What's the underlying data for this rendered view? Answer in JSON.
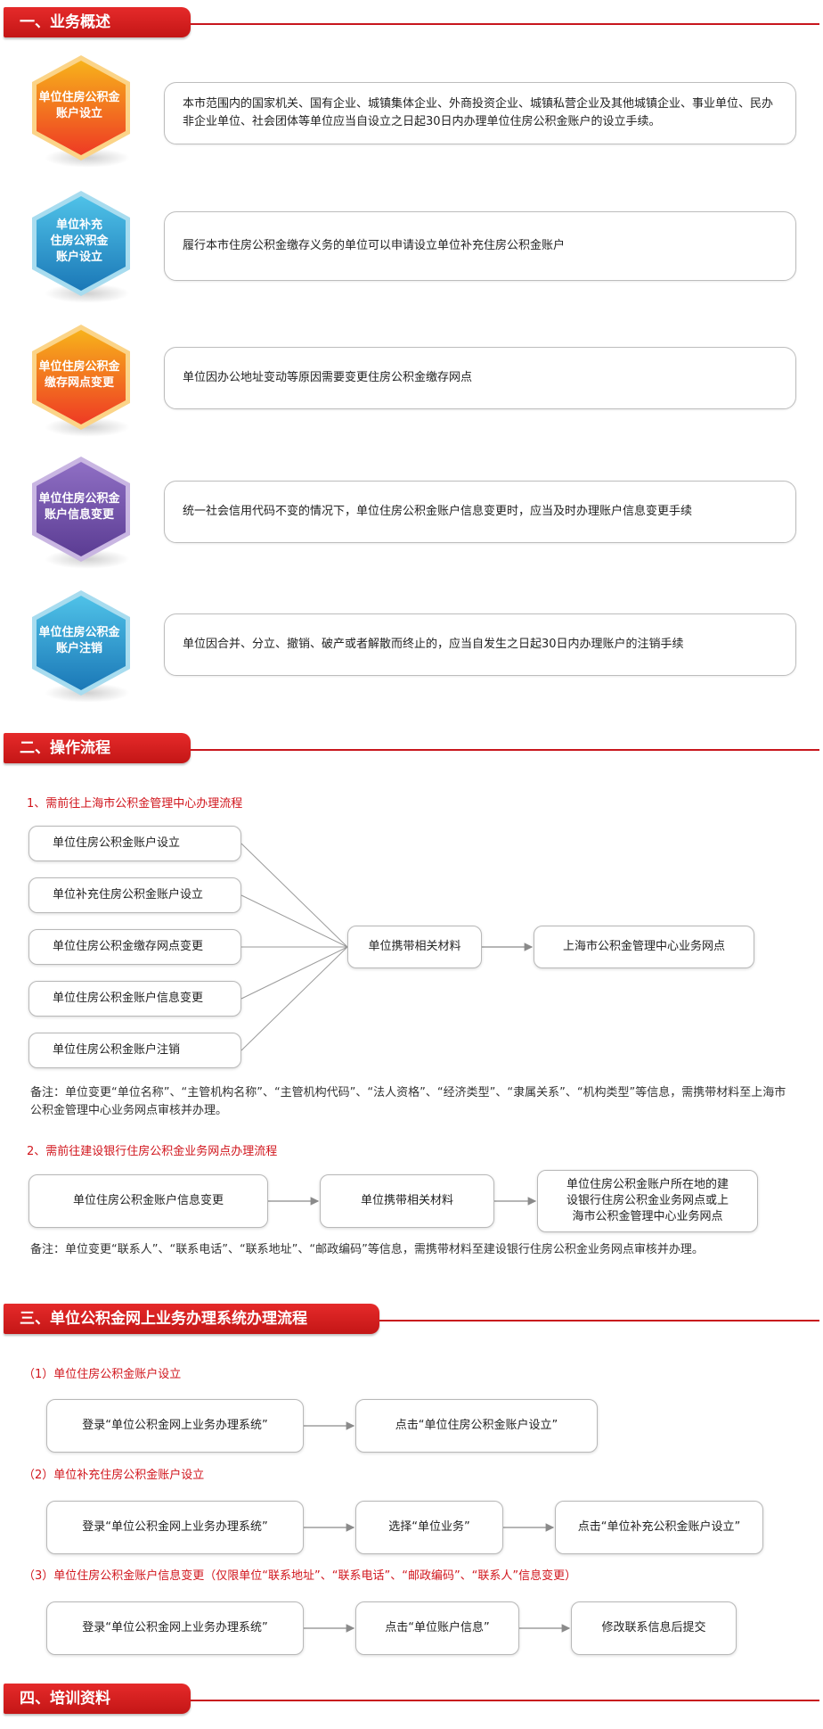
{
  "sections": {
    "s1": "一、业务概述",
    "s2": "二、操作流程",
    "s3": "三、单位公积金网上业务办理系统办理流程",
    "s4": "四、培训资料"
  },
  "overview": [
    {
      "hex_line1": "单位住房公积金",
      "hex_line2": "账户设立",
      "hex_line3": "",
      "desc": "本市范围内的国家机关、国有企业、城镇集体企业、外商投资企业、城镇私营企业及其他城镇企业、事业单位、民办非企业单位、社会团体等单位应当自设立之日起30日内办理单位住房公积金账户的设立手续。"
    },
    {
      "hex_line1": "单位补充",
      "hex_line2": "住房公积金",
      "hex_line3": "账户设立",
      "desc": "履行本市住房公积金缴存义务的单位可以申请设立单位补充住房公积金账户"
    },
    {
      "hex_line1": "单位住房公积金",
      "hex_line2": "缴存网点变更",
      "hex_line3": "",
      "desc": "单位因办公地址变动等原因需要变更住房公积金缴存网点"
    },
    {
      "hex_line1": "单位住房公积金",
      "hex_line2": "账户信息变更",
      "hex_line3": "",
      "desc": "统一社会信用代码不变的情况下，单位住房公积金账户信息变更时，应当及时办理账户信息变更手续"
    },
    {
      "hex_line1": "单位住房公积金",
      "hex_line2": "账户注销",
      "hex_line3": "",
      "desc": "单位因合并、分立、撤销、破产或者解散而终止的，应当自发生之日起30日内办理账户的注销手续"
    }
  ],
  "colors": {
    "accent_red": "#c8161d",
    "hex_orange": [
      "#f7b21b",
      "#ee3a24"
    ],
    "hex_blue": [
      "#4fc2e8",
      "#1b78b7"
    ],
    "hex_purple": [
      "#8f6fc4",
      "#5b3c93"
    ]
  },
  "flow1": {
    "title": "1、需前往上海市公积金管理中心办理流程",
    "items": [
      "单位住房公积金账户设立",
      "单位补充住房公积金账户设立",
      "单位住房公积金缴存网点变更",
      "单位住房公积金账户信息变更",
      "单位住房公积金账户注销"
    ],
    "middle": "单位携带相关材料",
    "end": "上海市公积金管理中心业务网点",
    "note": "备注：单位变更“单位名称”、“主管机构名称”、“主管机构代码”、“法人资格”、“经济类型”、“隶属关系”、“机构类型”等信息，需携带材料至上海市公积金管理中心业务网点审核并办理。"
  },
  "flow2": {
    "title": "2、需前往建设银行住房公积金业务网点办理流程",
    "start": "单位住房公积金账户信息变更",
    "middle": "单位携带相关材料",
    "end_line1": "单位住房公积金账户所在地的建",
    "end_line2": "设银行住房公积金业务网点或上",
    "end_line3": "海市公积金管理中心业务网点",
    "note": "备注：单位变更“联系人”、“联系电话”、“联系地址”、“邮政编码”等信息，需携带材料至建设银行住房公积金业务网点审核并办理。"
  },
  "online": {
    "p1": {
      "title": "（1）单位住房公积金账户设立",
      "steps": [
        "登录“单位公积金网上业务办理系统”",
        "点击“单位住房公积金账户设立”"
      ]
    },
    "p2": {
      "title": "（2）单位补充住房公积金账户设立",
      "steps": [
        "登录“单位公积金网上业务办理系统”",
        "选择“单位业务”",
        "点击“单位补充公积金账户设立”"
      ]
    },
    "p3": {
      "title": "（3）单位住房公积金账户信息变更（仅限单位“联系地址”、“联系电话”、“邮政编码”、“联系人”信息变更）",
      "steps": [
        "登录“单位公积金网上业务办理系统”",
        "点击“单位账户信息”",
        "修改联系信息后提交"
      ]
    }
  }
}
